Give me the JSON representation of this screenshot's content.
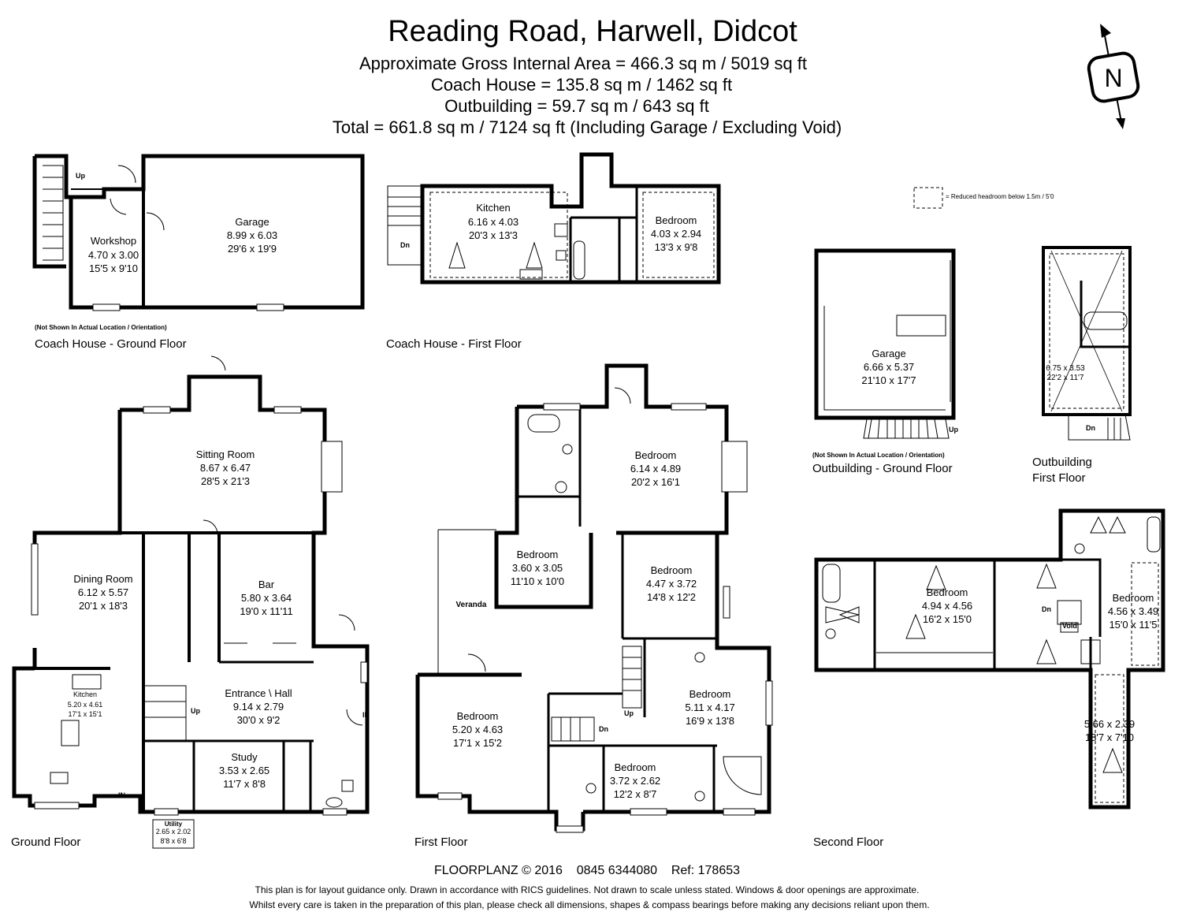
{
  "header": {
    "title": "Reading Road, Harwell, Didcot",
    "lines": [
      "Approximate Gross Internal Area = 466.3 sq m / 5019 sq ft",
      "Coach House = 135.8 sq m / 1462 sq ft",
      "Outbuilding = 59.7 sq m / 643 sq ft",
      "Total = 661.8 sq m / 7124 sq ft (Including Garage / Excluding Void)"
    ]
  },
  "compass": {
    "letter": "N"
  },
  "legend": {
    "label": "= Reduced headroom below 1.5m / 5'0"
  },
  "notes": {
    "coach_location": "(Not Shown In Actual Location / Orientation)",
    "outbuilding_location": "(Not Shown In Actual Location / Orientation)"
  },
  "floor_labels": {
    "coach_ground": "Coach House - Ground Floor",
    "coach_first": "Coach House - First Floor",
    "outbuilding_ground": "Outbuilding - Ground Floor",
    "outbuilding_first_1": "Outbuilding",
    "outbuilding_first_2": "First Floor",
    "ground": "Ground Floor",
    "first": "First Floor",
    "second": "Second Floor"
  },
  "rooms": {
    "workshop": {
      "name": "Workshop",
      "metric": "4.70 x 3.00",
      "imperial": "15'5 x 9'10"
    },
    "coach_garage": {
      "name": "Garage",
      "metric": "8.99 x 6.03",
      "imperial": "29'6 x 19'9"
    },
    "coach_kitchen": {
      "name": "Kitchen",
      "metric": "6.16 x 4.03",
      "imperial": "20'3 x 13'3"
    },
    "coach_bedroom": {
      "name": "Bedroom",
      "metric": "4.03 x 2.94",
      "imperial": "13'3 x 9'8"
    },
    "out_garage": {
      "name": "Garage",
      "metric": "6.66 x 5.37",
      "imperial": "21'10 x 17'7"
    },
    "out_first": {
      "metric": "6.75 x 3.53",
      "imperial": "22'2 x 11'7"
    },
    "sitting": {
      "name": "Sitting Room",
      "metric": "8.67 x 6.47",
      "imperial": "28'5 x 21'3"
    },
    "dining": {
      "name": "Dining Room",
      "metric": "6.12 x 5.57",
      "imperial": "20'1 x 18'3"
    },
    "bar": {
      "name": "Bar",
      "metric": "5.80 x 3.64",
      "imperial": "19'0 x 11'11"
    },
    "kitchen": {
      "name": "Kitchen",
      "metric": "5.20 x 4.61",
      "imperial": "17'1 x 15'1"
    },
    "hall": {
      "name": "Entrance \\ Hall",
      "metric": "9.14 x 2.79",
      "imperial": "30'0 x 9'2"
    },
    "study": {
      "name": "Study",
      "metric": "3.53 x 2.65",
      "imperial": "11'7 x 8'8"
    },
    "utility": {
      "name": "Utility",
      "metric": "2.65 x 2.02",
      "imperial": "8'8 x 6'8"
    },
    "bed1": {
      "name": "Bedroom",
      "metric": "6.14 x 4.89",
      "imperial": "20'2 x 16'1"
    },
    "bed2": {
      "name": "Bedroom",
      "metric": "3.60 x 3.05",
      "imperial": "11'10 x 10'0"
    },
    "bed3": {
      "name": "Bedroom",
      "metric": "4.47 x 3.72",
      "imperial": "14'8 x 12'2"
    },
    "bed4": {
      "name": "Bedroom",
      "metric": "5.20 x 4.63",
      "imperial": "17'1 x 15'2"
    },
    "bed5": {
      "name": "Bedroom",
      "metric": "5.11 x 4.17",
      "imperial": "16'9 x 13'8"
    },
    "bed6": {
      "name": "Bedroom",
      "metric": "3.72 x 2.62",
      "imperial": "12'2 x 8'7"
    },
    "veranda": {
      "name": "Veranda"
    },
    "bed7": {
      "name": "Bedroom",
      "metric": "4.94 x 4.56",
      "imperial": "16'2 x 15'0"
    },
    "bed8": {
      "name": "Bedroom",
      "metric": "4.56 x 3.49",
      "imperial": "15'0 x 11'5"
    },
    "loft": {
      "metric": "5.66 x 2.39",
      "imperial": "18'7 x 7'10"
    },
    "void": {
      "name": "Void"
    }
  },
  "markers": {
    "up": "Up",
    "dn": "Dn",
    "in": "IN"
  },
  "footer": {
    "credit": "FLOORPLANZ © 2016    0845 6344080    Ref: 178653",
    "disclaimer_1": "This plan is for layout guidance only. Drawn in accordance with RICS guidelines. Not drawn to scale unless stated. Windows & door openings are approximate.",
    "disclaimer_2": "Whilst every care is taken in the preparation of this plan, please check all dimensions, shapes & compass bearings before making any decisions reliant upon them."
  }
}
